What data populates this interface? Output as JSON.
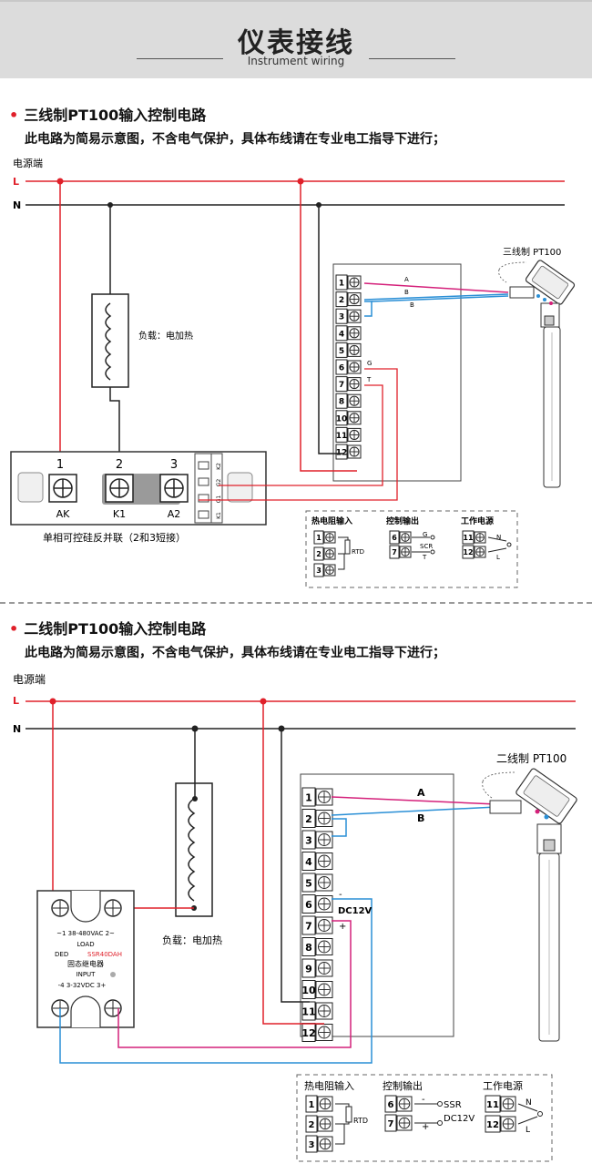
{
  "header": {
    "title": "仪表接线",
    "subtitle": "Instrument wiring"
  },
  "section1": {
    "title": "三线制PT100输入控制电路",
    "note": "此电路为简易示意图，不含电气保护，具体布线请在专业电工指导下进行；",
    "power_label": "电源端",
    "line_L": "L",
    "line_N": "N",
    "load_label": "负载：电加热",
    "sensor_label": "三线制 PT100",
    "wire_labels": [
      "A",
      "B",
      "B"
    ],
    "ctrl_labels": [
      "G",
      "T"
    ],
    "terminals": [
      "1",
      "2",
      "3",
      "4",
      "5",
      "6",
      "7",
      "8",
      "10",
      "11",
      "12"
    ],
    "thyristor": {
      "numbers": [
        "1",
        "2",
        "3"
      ],
      "labels": [
        "AK",
        "K1",
        "A2"
      ],
      "side_labels": [
        "K2",
        "G2",
        "G1",
        "K1"
      ],
      "caption": "单相可控硅反并联（2和3短接）"
    },
    "legend": {
      "rtd_title": "热电阻输入",
      "ctrl_title": "控制输出",
      "power_title": "工作电源",
      "rtd_label": "RTD",
      "ctrl_top": "G",
      "ctrl_mid": "SCR",
      "ctrl_bot": "T",
      "pwr_top": "N",
      "pwr_bot": "L",
      "rtd_terms": [
        "1",
        "2",
        "3"
      ],
      "ctrl_terms": [
        "6",
        "7"
      ],
      "pwr_terms": [
        "11",
        "12"
      ]
    }
  },
  "section2": {
    "title": "二线制PT100输入控制电路",
    "note": "此电路为简易示意图，不含电气保护，具体布线请在专业电工指导下进行；",
    "power_label": "电源端",
    "line_L": "L",
    "line_N": "N",
    "load_label": "负载：电加热",
    "sensor_label": "二线制 PT100",
    "wire_labels": [
      "A",
      "B"
    ],
    "dc_minus": "-",
    "dc_plus": "+",
    "dc_label": "DC12V",
    "terminals": [
      "1",
      "2",
      "3",
      "4",
      "5",
      "6",
      "7",
      "8",
      "9",
      "10",
      "11",
      "12"
    ],
    "ssr": {
      "load_terms": "~1  38-480VAC  2~",
      "load_word": "LOAD",
      "brand": "DED",
      "model": "SSR40DAH",
      "name": "固态继电器",
      "input_word": "INPUT",
      "input_terms": "-4  3-32VDC  3+"
    },
    "legend": {
      "rtd_title": "热电阻输入",
      "ctrl_title": "控制输出",
      "power_title": "工作电源",
      "rtd_label": "RTD",
      "ssr_label": "SSR",
      "dc_label": "DC12V",
      "minus": "-",
      "plus": "+",
      "pwr_top": "N",
      "pwr_bot": "L",
      "rtd_terms": [
        "1",
        "2",
        "3"
      ],
      "ctrl_terms": [
        "6",
        "7"
      ],
      "pwr_terms": [
        "11",
        "12"
      ]
    }
  },
  "colors": {
    "live": "#e0202a",
    "neutral": "#222222",
    "blue": "#2a8fd6",
    "magenta": "#d4207a",
    "bg_banner": "#dcdcdc"
  }
}
